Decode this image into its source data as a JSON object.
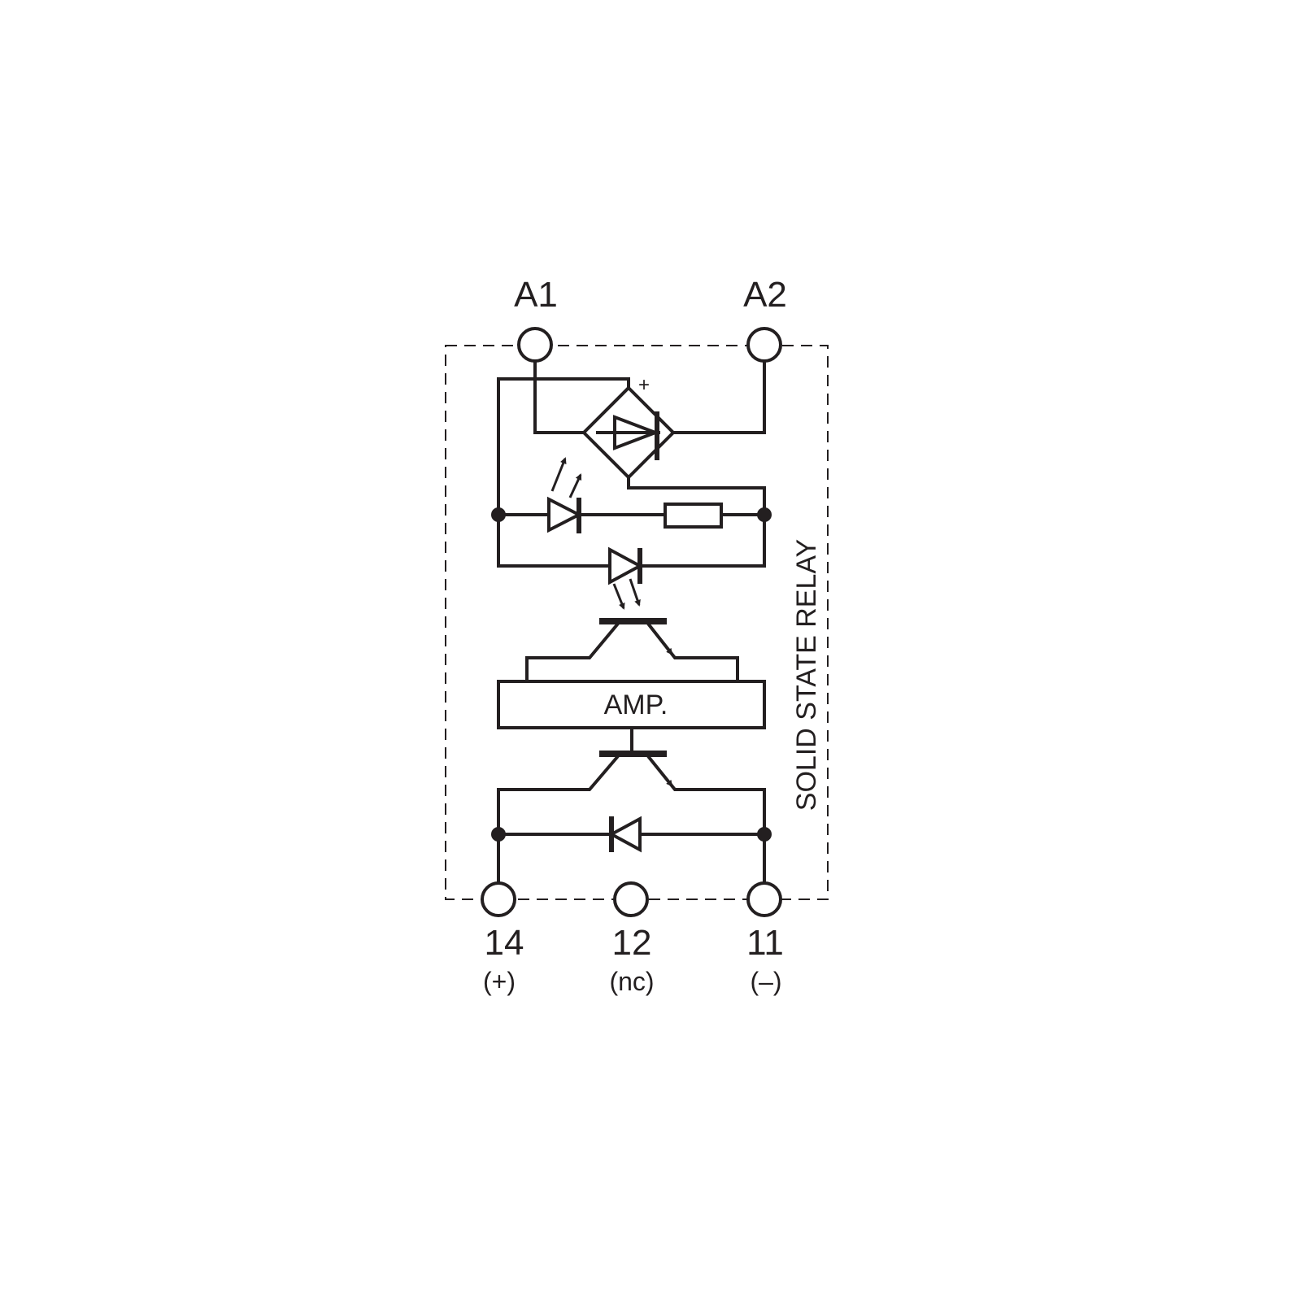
{
  "diagram": {
    "title": "SOLID STATE RELAY",
    "amplifier_label": "AMP.",
    "polarity_mark": "+",
    "terminals": {
      "a1": "A1",
      "a2": "A2",
      "t14": "14",
      "t14_sub": "(+)",
      "t12": "12",
      "t12_sub": "(nc)",
      "t11": "11",
      "t11_sub": "(–)"
    },
    "line_color": "#231f20"
  }
}
